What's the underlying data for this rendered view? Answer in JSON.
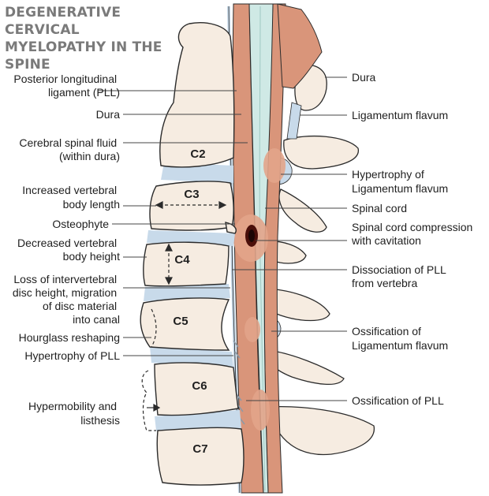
{
  "title_lines": [
    "DEGENERATIVE CERVICAL",
    "MYELOPATHY IN THE SPINE"
  ],
  "vertebrae": [
    "C2",
    "C3",
    "C4",
    "C5",
    "C6",
    "C7"
  ],
  "left_labels": {
    "pll": [
      "Posterior longitudinal",
      "ligament (PLL)"
    ],
    "dura": [
      "Dura"
    ],
    "csf": [
      "Cerebral spinal fluid",
      "(within dura)"
    ],
    "body_length": [
      "Increased vertebral",
      "body length"
    ],
    "osteophyte": [
      "Osteophyte"
    ],
    "body_height": [
      "Decreased vertebral",
      "body height"
    ],
    "disc_height": [
      "Loss of intervertebral",
      "disc height, migration",
      "of disc material",
      "into canal"
    ],
    "hourglass": [
      "Hourglass reshaping"
    ],
    "pll_hypertrophy": [
      "Hypertrophy of PLL"
    ],
    "hypermobility": [
      "Hypermobility and",
      "listhesis"
    ]
  },
  "right_labels": {
    "dura": [
      "Dura"
    ],
    "lig_flavum": [
      "Ligamentum flavum"
    ],
    "lf_hypertrophy": [
      "Hypertrophy of",
      "Ligamentum flavum"
    ],
    "spinal_cord": [
      "Spinal cord"
    ],
    "compression": [
      "Spinal cord compression",
      "with cavitation"
    ],
    "pll_dissociation": [
      "Dissociation of PLL",
      "from vertebra"
    ],
    "lf_ossification": [
      "Ossification of",
      "Ligamentum flavum"
    ],
    "pll_ossification": [
      "Ossification of PLL"
    ]
  },
  "colors": {
    "bone": "#f6ece1",
    "bone_outline": "#2b2b2b",
    "disc": "#c8daea",
    "dura": "#d9957a",
    "cord": "#cfe9e5",
    "highlight": "#e2a48a",
    "leader": "#444444",
    "label": "#1f1f1f",
    "title": "#7a7a7a"
  }
}
